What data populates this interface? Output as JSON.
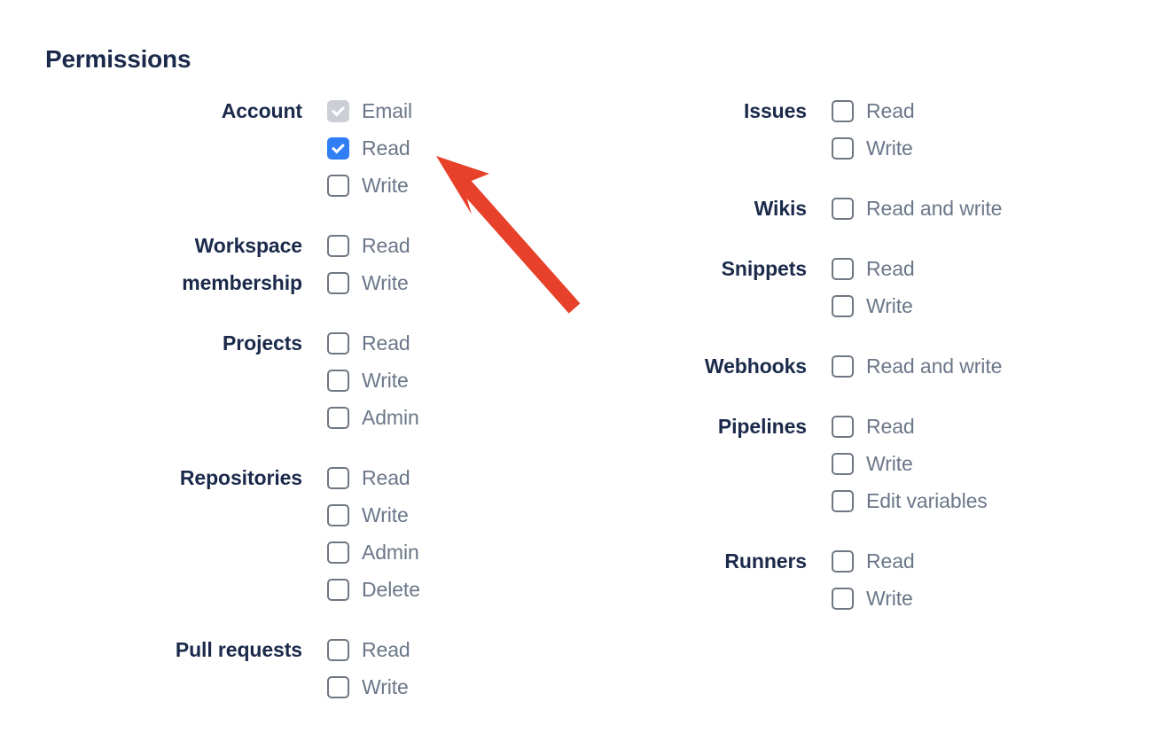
{
  "page": {
    "title": "Permissions"
  },
  "columns": {
    "left": [
      {
        "label": "Account",
        "options": [
          {
            "label": "Email",
            "state": "disabled-checked"
          },
          {
            "label": "Read",
            "state": "checked"
          },
          {
            "label": "Write",
            "state": "unchecked"
          }
        ]
      },
      {
        "label": "Workspace\nmembership",
        "options": [
          {
            "label": "Read",
            "state": "unchecked"
          },
          {
            "label": "Write",
            "state": "unchecked"
          }
        ]
      },
      {
        "label": "Projects",
        "options": [
          {
            "label": "Read",
            "state": "unchecked"
          },
          {
            "label": "Write",
            "state": "unchecked"
          },
          {
            "label": "Admin",
            "state": "unchecked"
          }
        ]
      },
      {
        "label": "Repositories",
        "options": [
          {
            "label": "Read",
            "state": "unchecked"
          },
          {
            "label": "Write",
            "state": "unchecked"
          },
          {
            "label": "Admin",
            "state": "unchecked"
          },
          {
            "label": "Delete",
            "state": "unchecked"
          }
        ]
      },
      {
        "label": "Pull requests",
        "options": [
          {
            "label": "Read",
            "state": "unchecked"
          },
          {
            "label": "Write",
            "state": "unchecked"
          }
        ]
      }
    ],
    "right": [
      {
        "label": "Issues",
        "options": [
          {
            "label": "Read",
            "state": "unchecked"
          },
          {
            "label": "Write",
            "state": "unchecked"
          }
        ]
      },
      {
        "label": "Wikis",
        "options": [
          {
            "label": "Read and write",
            "state": "unchecked"
          }
        ]
      },
      {
        "label": "Snippets",
        "options": [
          {
            "label": "Read",
            "state": "unchecked"
          },
          {
            "label": "Write",
            "state": "unchecked"
          }
        ]
      },
      {
        "label": "Webhooks",
        "options": [
          {
            "label": "Read and write",
            "state": "unchecked"
          }
        ]
      },
      {
        "label": "Pipelines",
        "options": [
          {
            "label": "Read",
            "state": "unchecked"
          },
          {
            "label": "Write",
            "state": "unchecked"
          },
          {
            "label": "Edit variables",
            "state": "unchecked"
          }
        ]
      },
      {
        "label": "Runners",
        "options": [
          {
            "label": "Read",
            "state": "unchecked"
          },
          {
            "label": "Write",
            "state": "unchecked"
          }
        ]
      }
    ]
  },
  "annotation": {
    "kind": "arrow-pointer",
    "color": "#e8412b",
    "points_at": "account-read-checkbox"
  },
  "colors": {
    "heading": "#1b2a4b",
    "group_label": "#1b2a4b",
    "option_label": "#6b7789",
    "checkbox_border": "#6f7782",
    "checkbox_checked": "#2f7ef3",
    "checkbox_disabled": "#ccd0d6",
    "annotation_red": "#e8412b",
    "background": "#ffffff"
  }
}
